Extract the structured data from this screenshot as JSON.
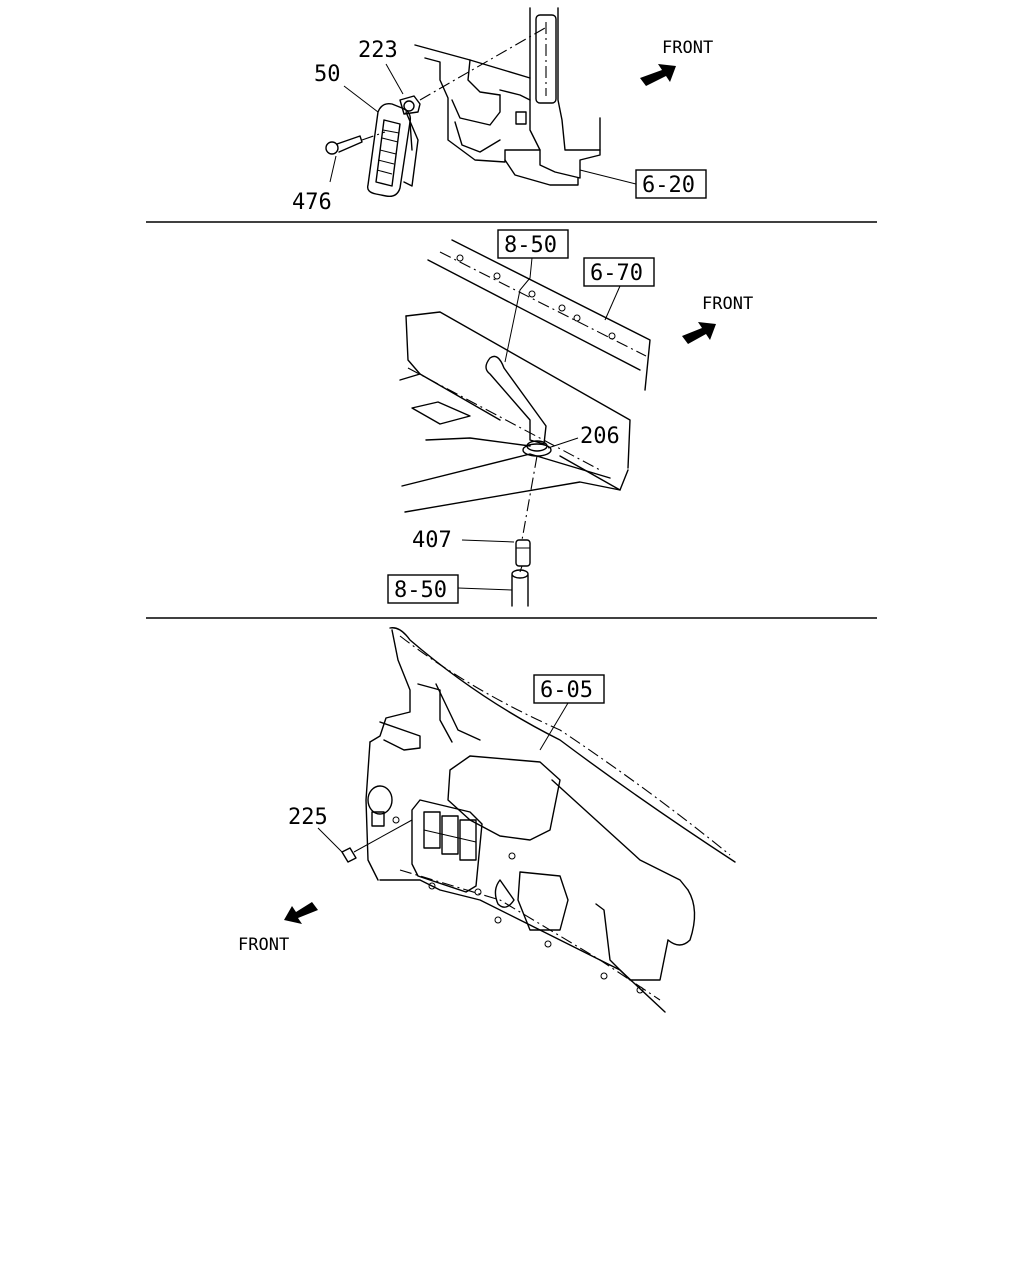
{
  "panels": [
    {
      "id": "top",
      "front_label": "FRONT",
      "callouts": [
        "223",
        "50",
        "476"
      ],
      "references": [
        "6-20"
      ]
    },
    {
      "id": "middle",
      "front_label": "FRONT",
      "callouts": [
        "206",
        "407"
      ],
      "references": [
        "8-50",
        "6-70",
        "8-50"
      ]
    },
    {
      "id": "bottom",
      "front_label": "FRONT",
      "callouts": [
        "225"
      ],
      "references": [
        "6-05"
      ]
    }
  ]
}
